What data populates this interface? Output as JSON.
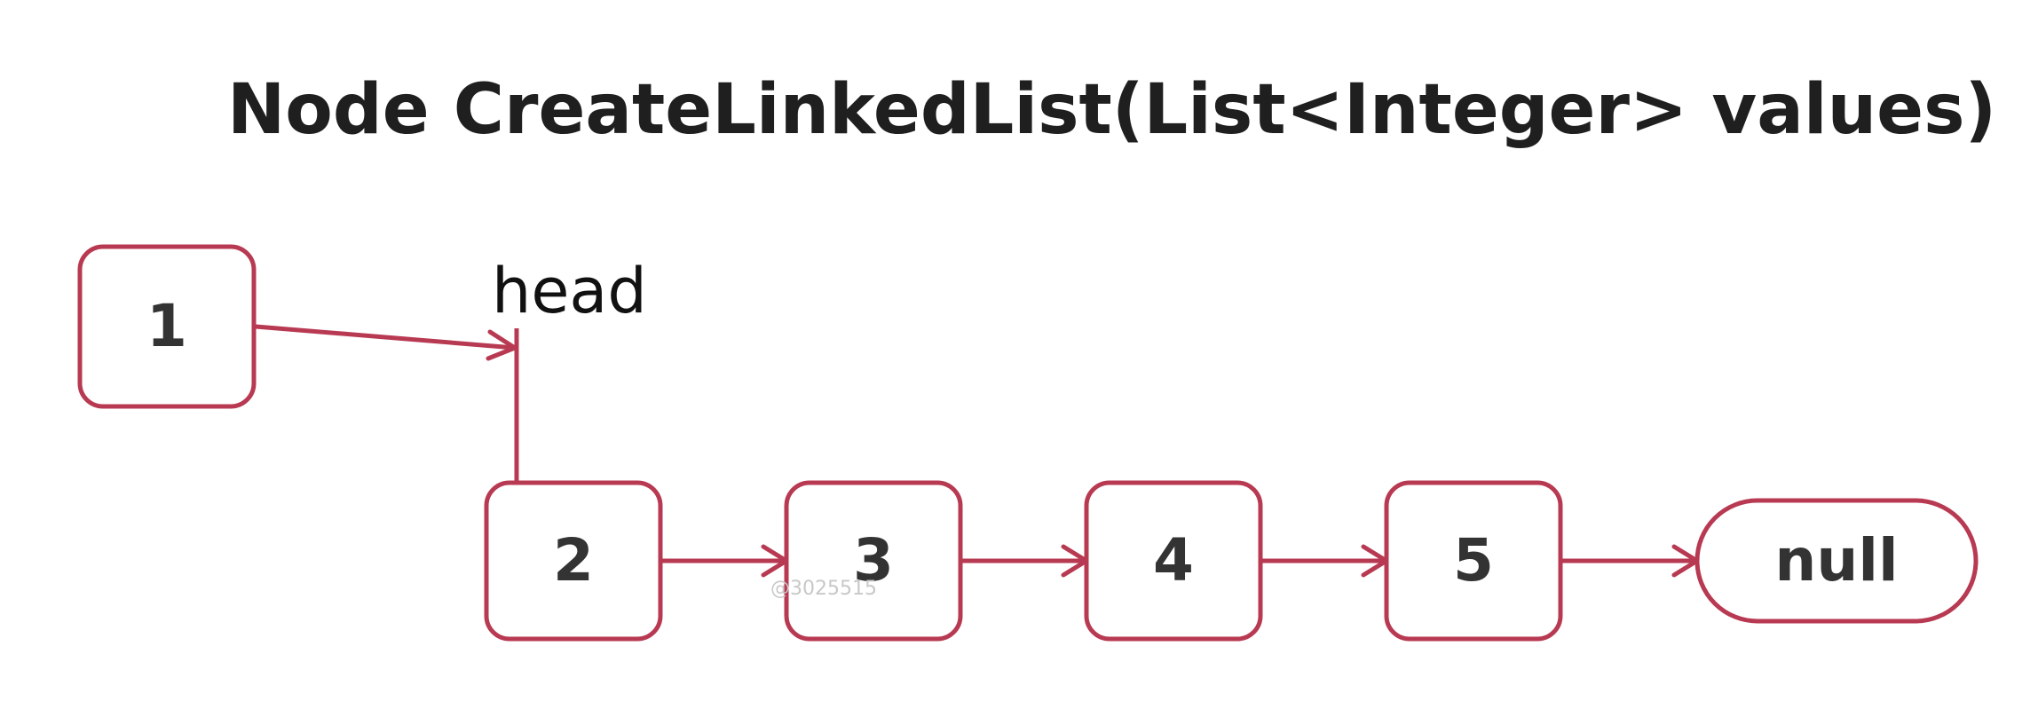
{
  "title": "Node CreateLinkedList(List<Integer> values)",
  "head_label": "head",
  "watermark": "@3025515",
  "nodes": {
    "n1": "1",
    "n2": "2",
    "n3": "3",
    "n4": "4",
    "n5": "5",
    "null": "null"
  },
  "colors": {
    "accent": "#b83a52",
    "text": "#333333",
    "title": "#1f1f1f"
  }
}
